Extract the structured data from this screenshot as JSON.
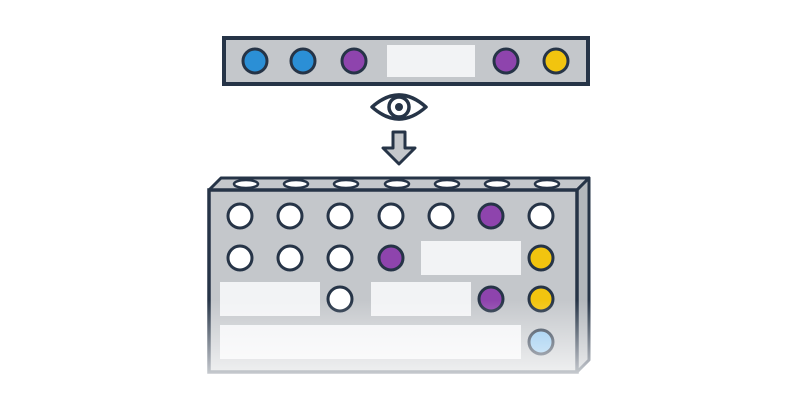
{
  "colors": {
    "outline": "#263447",
    "panel": "#c4c7cb",
    "slot": "#f2f3f5",
    "empty": "#ffffff",
    "blue": "#2b8fd6",
    "purple": "#8e44ad",
    "yellow": "#f2c40f",
    "light_blue": "#8ec5ee"
  },
  "icons": {
    "observer": "eye-icon",
    "transform": "arrow-down-icon"
  },
  "sequence_row": {
    "items": [
      "blue",
      "blue",
      "purple",
      "slot",
      "purple",
      "yellow"
    ]
  },
  "grid_board": {
    "rows": [
      [
        "empty",
        "empty",
        "empty",
        "empty",
        "empty",
        "purple",
        "empty"
      ],
      [
        "empty",
        "empty",
        "empty",
        "purple",
        "slot",
        "slot",
        "yellow"
      ],
      [
        "slot",
        "slot",
        "empty",
        "slot",
        "slot",
        "purple",
        "yellow"
      ],
      [
        "slot",
        "slot",
        "slot",
        "slot",
        "slot",
        "slot",
        "light_blue"
      ]
    ]
  }
}
